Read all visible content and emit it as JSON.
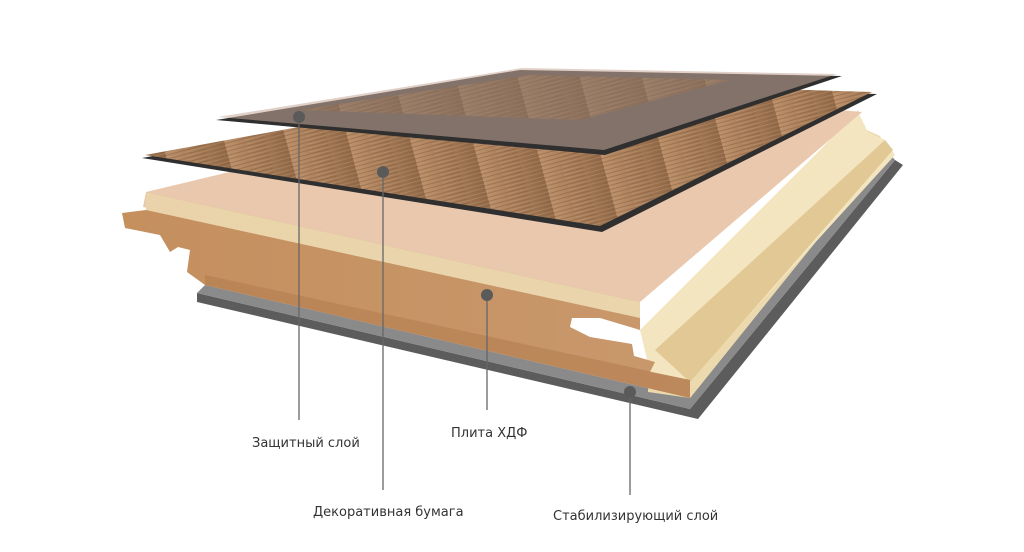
{
  "labels": {
    "protective_layer": "Защитный слой",
    "hdf_board": "Плита ХДФ",
    "decorative_paper": "Декоративная бумага",
    "stabilizing_layer": "Стабилизирующий слой"
  },
  "colors": {
    "wood_grain": "#a47a56",
    "hdf_core": "#c69366",
    "hdf_light": "#f2dfb4",
    "stabilizer": "#6c6c6c",
    "leader": "#666666"
  }
}
